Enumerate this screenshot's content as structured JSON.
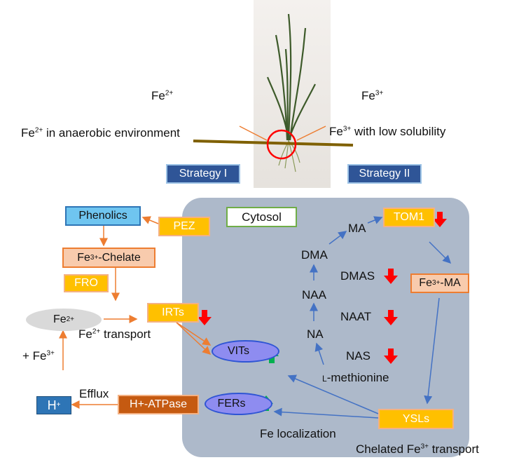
{
  "labels": {
    "fe2_top": "Fe",
    "fe2_top_sup": "2+",
    "fe3_top": "Fe",
    "fe3_top_sup": "3+",
    "fe2_anaerobic_a": "Fe",
    "fe2_anaerobic_sup": "2+",
    "fe2_anaerobic_b": " in anaerobic environment",
    "fe3_low_a": "Fe",
    "fe3_low_sup": "3+",
    "fe3_low_b": " with low solubility",
    "strategy1": "Strategy I",
    "strategy2": "Strategy II",
    "cytosol": "Cytosol",
    "phenolics": "Phenolics",
    "pez": "PEZ",
    "fe3_chelate_a": "Fe",
    "fe3_chelate_sup": "3+",
    "fe3_chelate_b": "-Chelate",
    "fro": "FRO",
    "fe2_ellipse": "Fe",
    "fe2_ellipse_sup": "2+",
    "irts": "IRTs",
    "fe2_transport_a": "Fe",
    "fe2_transport_sup": "2+",
    "fe2_transport_b": " transport",
    "plus_fe3_a": "+ Fe",
    "plus_fe3_sup": "3+",
    "efflux": "Efflux",
    "h_plus": "H",
    "h_plus_sup": "+",
    "h_atpase": "H+-ATPase",
    "vits": "VITs",
    "fers": "FERs",
    "fe_localization": "Fe localization",
    "tom1": "TOM1",
    "ma": "MA",
    "dma": "DMA",
    "dmas": "DMAS",
    "naa": "NAA",
    "naat": "NAAT",
    "na": "NA",
    "nas": "NAS",
    "l_methionine_prefix": "L",
    "l_methionine_rest": "-methionine",
    "fe3_ma_a": "Fe",
    "fe3_ma_sup": "3+",
    "fe3_ma_b": "-MA",
    "ysls": "YSLs",
    "chelated_a": "Chelated Fe",
    "chelated_sup": "3+",
    "chelated_b": " transport"
  },
  "regulation": {
    "irts": "down",
    "tom1": "down",
    "dmas": "down",
    "naat": "down",
    "nas": "down",
    "vits": "up",
    "fers": "up"
  },
  "colors": {
    "orange_arrow": "#ed7d31",
    "blue_arrow": "#4472c4",
    "cytosol_bg": "#adb9ca",
    "down_arrow": "#ff0000",
    "up_arrow": "#00b050",
    "soil_line": "#7f6000",
    "root_circle": "#ff0000"
  }
}
